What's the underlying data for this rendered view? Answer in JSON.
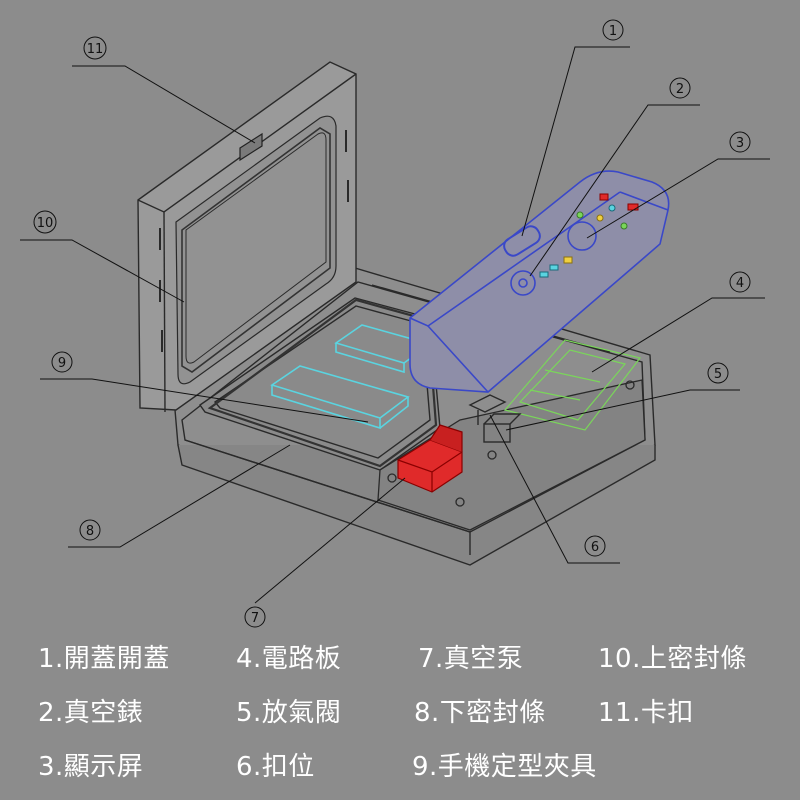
{
  "callouts": [
    {
      "id": 1,
      "symbol": "①"
    },
    {
      "id": 2,
      "symbol": "②"
    },
    {
      "id": 3,
      "symbol": "③"
    },
    {
      "id": 4,
      "symbol": "④"
    },
    {
      "id": 5,
      "symbol": "⑤"
    },
    {
      "id": 6,
      "symbol": "⑥"
    },
    {
      "id": 7,
      "symbol": "⑦"
    },
    {
      "id": 8,
      "symbol": "⑧"
    },
    {
      "id": 9,
      "symbol": "⑨"
    },
    {
      "id": 10,
      "symbol": "⑩"
    },
    {
      "id": 11,
      "symbol": "⑪"
    }
  ],
  "legend": [
    {
      "id": 1,
      "label": "1.開蓋開蓋"
    },
    {
      "id": 2,
      "label": "2.真空錶"
    },
    {
      "id": 3,
      "label": "3.顯示屏"
    },
    {
      "id": 4,
      "label": "4.電路板"
    },
    {
      "id": 5,
      "label": "5.放氣閥"
    },
    {
      "id": 6,
      "label": "6.扣位"
    },
    {
      "id": 7,
      "label": "7.真空泵"
    },
    {
      "id": 8,
      "label": "8.下密封條"
    },
    {
      "id": 9,
      "label": "9.手機定型夾具"
    },
    {
      "id": 10,
      "label": "10.上密封條"
    },
    {
      "id": 11,
      "label": "11.卡扣"
    }
  ],
  "colors": {
    "background": "#8c8c8c",
    "outline": "#2a2a2a",
    "lid_fill": "#9a9a9a",
    "blue_part": "#3a48c8",
    "cyan_part": "#5ad4e0",
    "green_part": "#7ad65a",
    "red_part": "#e02a2a",
    "legend_text": "#ffffff"
  }
}
